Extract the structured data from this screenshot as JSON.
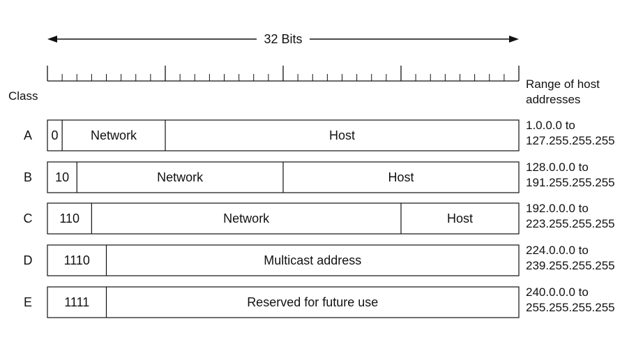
{
  "title": "32 Bits",
  "class_header": "Class",
  "range_header": [
    "Range of host",
    "addresses"
  ],
  "rows": [
    {
      "class": "A",
      "fields": [
        {
          "label": "0",
          "bits": 1
        },
        {
          "label": "Network",
          "bits": 7
        },
        {
          "label": "Host",
          "bits": 24
        }
      ],
      "range": [
        "1.0.0.0 to",
        "127.255.255.255"
      ]
    },
    {
      "class": "B",
      "fields": [
        {
          "label": "10",
          "bits": 2
        },
        {
          "label": "Network",
          "bits": 14
        },
        {
          "label": "Host",
          "bits": 16
        }
      ],
      "range": [
        "128.0.0.0 to",
        "191.255.255.255"
      ]
    },
    {
      "class": "C",
      "fields": [
        {
          "label": "110",
          "bits": 3
        },
        {
          "label": "Network",
          "bits": 21
        },
        {
          "label": "Host",
          "bits": 8
        }
      ],
      "range": [
        "192.0.0.0 to",
        "223.255.255.255"
      ]
    },
    {
      "class": "D",
      "fields": [
        {
          "label": "1110",
          "bits": 4
        },
        {
          "label": "Multicast address",
          "bits": 28
        }
      ],
      "range": [
        "224.0.0.0 to",
        "239.255.255.255"
      ]
    },
    {
      "class": "E",
      "fields": [
        {
          "label": "1111",
          "bits": 4
        },
        {
          "label": "Reserved for future use",
          "bits": 28
        }
      ],
      "range": [
        "240.0.0.0 to",
        "255.255.255.255"
      ]
    }
  ],
  "colors": {
    "line": "#111111",
    "background": "#ffffff"
  }
}
